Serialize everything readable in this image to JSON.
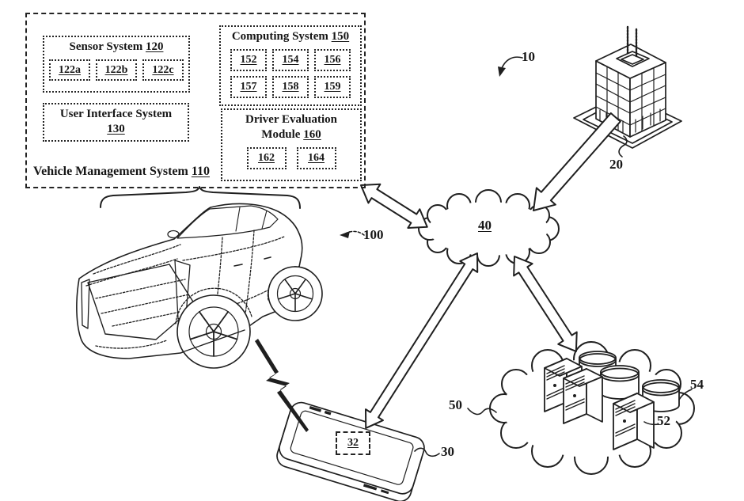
{
  "colors": {
    "ink": "#1b1b1b",
    "background": "#ffffff"
  },
  "figure": {
    "ref": "10"
  },
  "vms": {
    "title": "Vehicle Management System",
    "ref": "110",
    "sensor": {
      "title": "Sensor System",
      "ref": "120",
      "items": [
        "122a",
        "122b",
        "122c"
      ]
    },
    "ui": {
      "title": "User Interface System",
      "ref": "130"
    },
    "computing": {
      "title": "Computing System",
      "ref": "150",
      "items": [
        "152",
        "154",
        "156",
        "157",
        "158",
        "159"
      ]
    },
    "driver_eval": {
      "title_line1": "Driver Evaluation",
      "title_line2": "Module",
      "ref": "160",
      "items": [
        "162",
        "164"
      ]
    }
  },
  "network_cloud": {
    "ref": "40"
  },
  "building": {
    "ref": "20"
  },
  "vehicle": {
    "ref": "100"
  },
  "mobile_device": {
    "ref": "30",
    "module_ref": "32"
  },
  "server_cloud": {
    "ref": "50",
    "server_ref": "52",
    "database_ref": "54"
  }
}
